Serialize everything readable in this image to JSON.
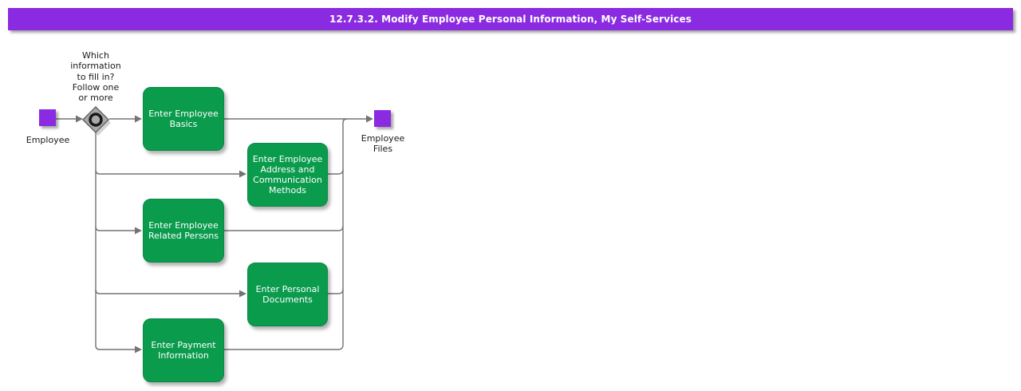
{
  "title": "12.7.3.2. Modify Employee Personal Information, My Self-Services",
  "colors": {
    "title_bar_purple": "#8A2BE2",
    "terminal_purple": "#8A2BE2",
    "activity_green": "#0A9B4D",
    "connector_gray": "#737373",
    "decision_gray": "#A9A9A9"
  },
  "diagram": {
    "start_label": "Employee",
    "end_label": "Employee\nFiles",
    "decision_label": "Which\ninformation\nto fill in?\nFollow one\nor more",
    "activities": [
      {
        "label": "Enter Employee\nBasics"
      },
      {
        "label": "Enter Employee\nAddress and\nCommunication\nMethods"
      },
      {
        "label": "Enter Employee\nRelated Persons"
      },
      {
        "label": "Enter Personal\nDocuments"
      },
      {
        "label": "Enter Payment\nInformation"
      }
    ]
  }
}
